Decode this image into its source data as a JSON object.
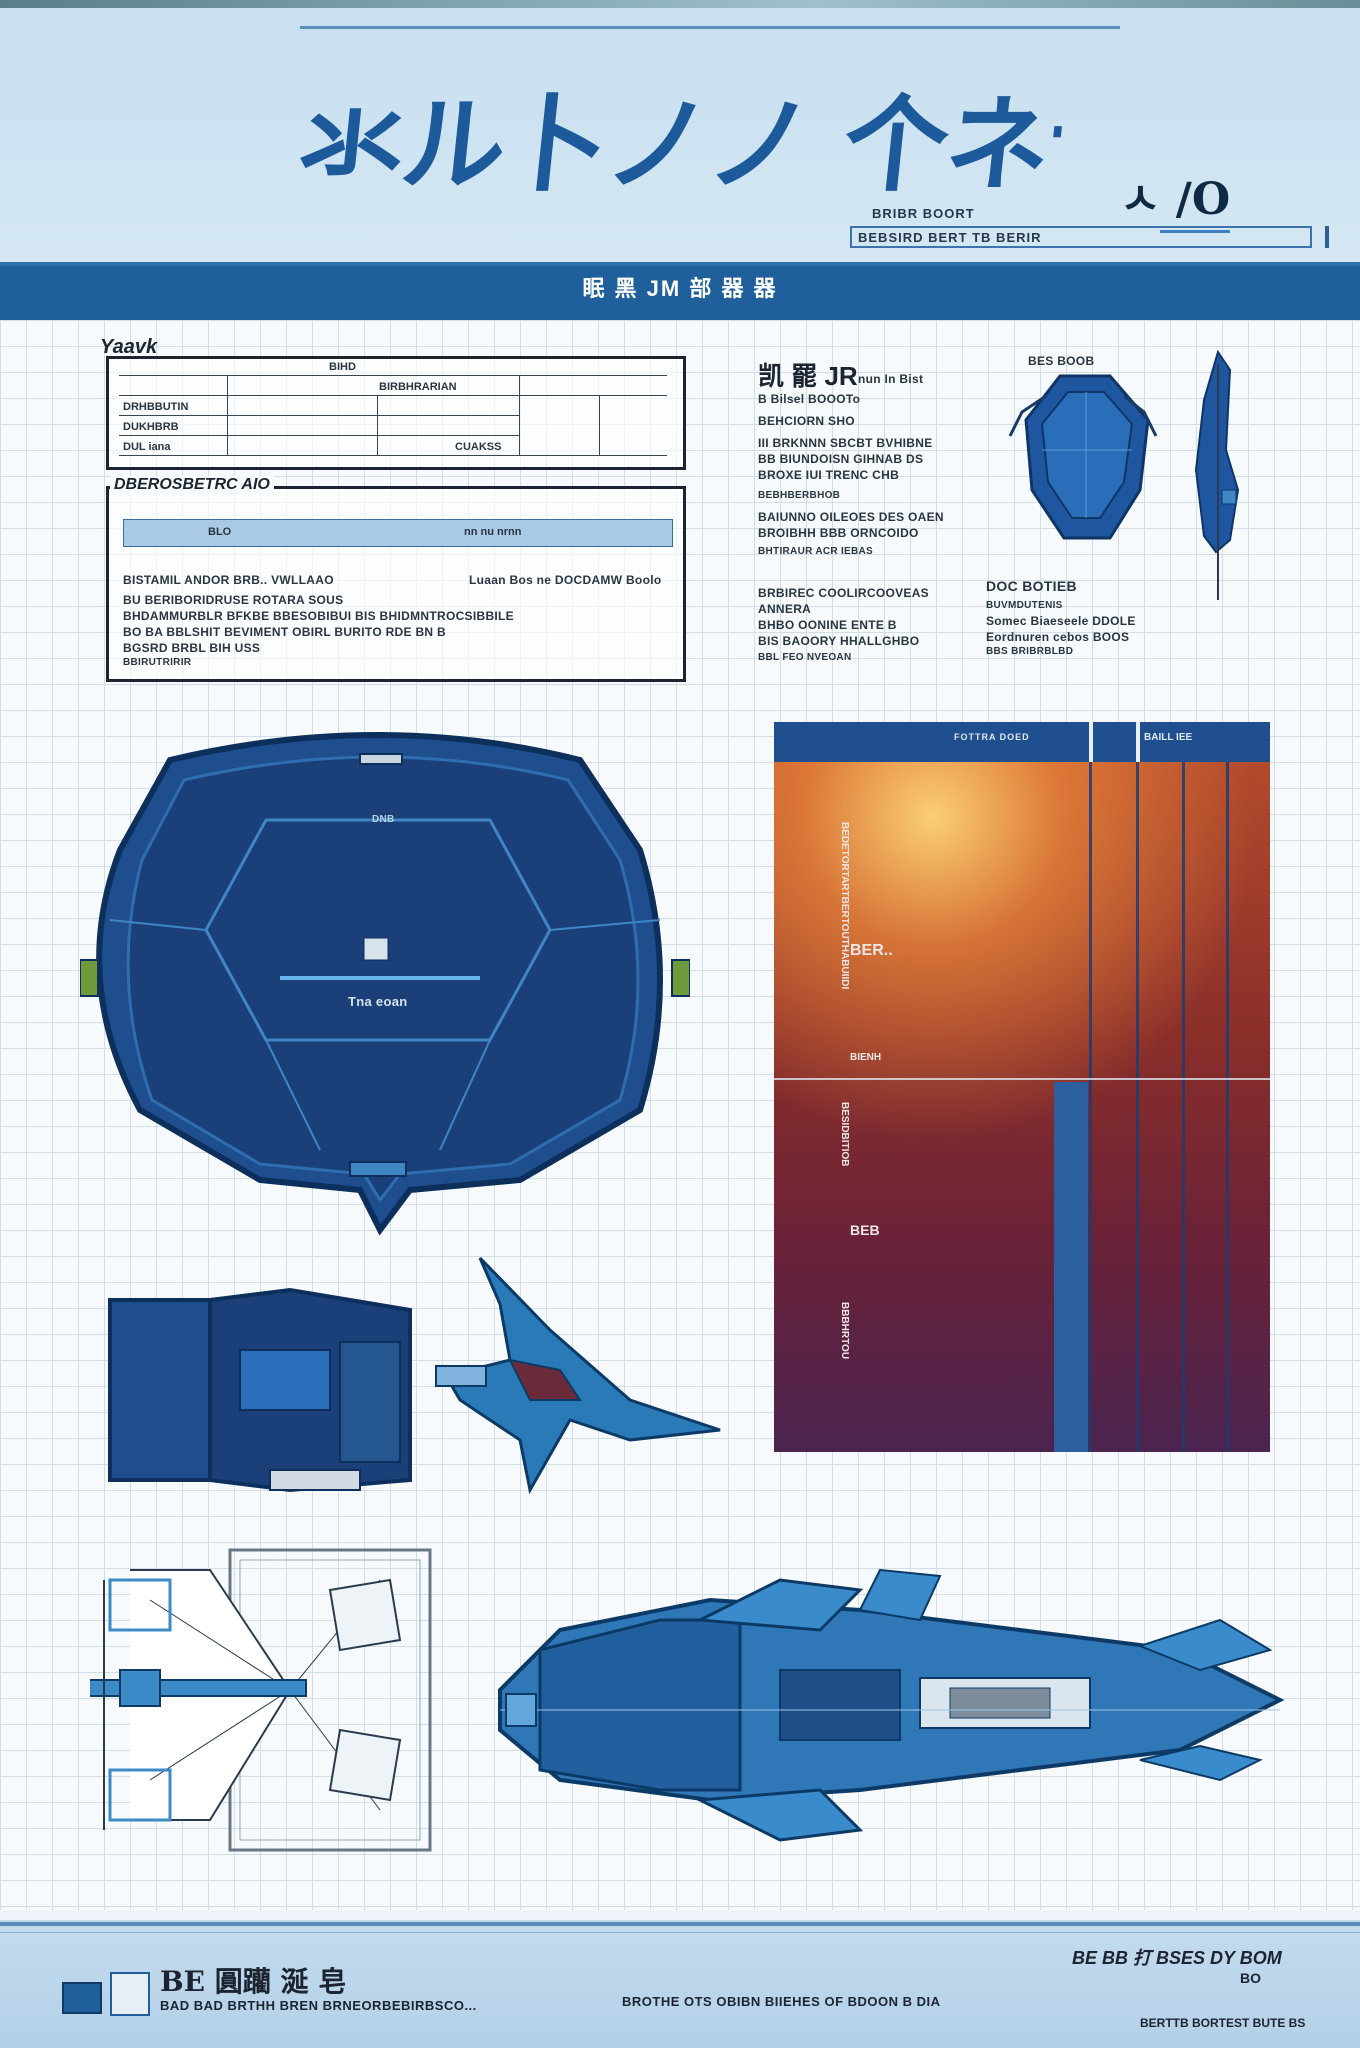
{
  "header": {
    "title": "氺ル卜ノノ 个ネ亍丨",
    "tag": "ㅅ /O",
    "meta_line_1": "BRIBR BOORT",
    "meta_line_2": "BEBSIRD BERT TB BERIR"
  },
  "section_band": {
    "label": "眠 黑 JM 部 器 器"
  },
  "spec_sheet": {
    "heading_a": "Yaavk",
    "table_a_rows": [
      "BIHD",
      "BIRBHRARIAN",
      "DRHBBUTIN",
      "DUKHBRB",
      "DUL iana",
      "CUAKSS"
    ],
    "heading_b": "DBEROSBETRC AIO",
    "strip_labels": [
      "BLO",
      "nn nu  nrnn"
    ],
    "para_1": "BISTAMIL ANDOR BRB.. VWLLAAO",
    "para_1b": "Luaan Bos ne DOCDAMW Boolo",
    "para_2": "BU BERIBORIDRUSE ROTARA SOUS",
    "para_3": "BHDAMMURBLR BFKBE BBESOBIBUI  BIS BHIDMNTROCSIBBILE",
    "para_4": "BO BA BBLSHIT BEVIMENT OBIRL  BURITO RDE BN B",
    "para_5": "BGSRD BRBL BIH USS",
    "para_6": "BBIRUTRIRIR"
  },
  "tech_block": {
    "heading": "凯 罷 JR",
    "heading_suffix": "nun In Bist",
    "sub_1": "B Bilsel BOOOTo",
    "sub_2": "BEHCIORN SHO",
    "line_1": "III BRKNNN SBCBT BVHIBNE",
    "line_2": "BB BIUNDOISN GIHNAB DS",
    "line_3": "BROXE IUI TRENC CHB",
    "line_4": "BEBHBERBHOB",
    "line_5": "BAIUNNO OILEOES DES OAEN",
    "line_6": "BROIBHH BBB ORNCOIDO",
    "line_7": "BHTIRAUR ACR IEBAS",
    "line_8": "BRBIREC COOLIRCOOVEAS",
    "line_9": "ANNERA",
    "line_10": "BHBO OONINE ENTE B",
    "line_11": "BIS BAOORY HHALLGHBO",
    "line_12": "BBL FEO NVEOAN"
  },
  "top_views": {
    "label_a": "BES BOOB",
    "label_b": "DOC BOTIEB",
    "line_1": "BUVMDUTENIS",
    "line_2": "Somec Biaeseele DDOLE",
    "line_3": "Eordnuren cebos BOOS",
    "line_4": "BBS BRIBRBLBD"
  },
  "hero": {
    "label_top": "DNB",
    "label_mid": "Tna eoan"
  },
  "photo_panel": {
    "header_label": "FOTTRA DOED",
    "header_label_2": "BAILL  IEE",
    "side_1": "BEDETORTARTBERTOUTHABUIIDI",
    "side_2": "BER..",
    "side_3": "BIENH",
    "side_4": "BESIDBITIOB",
    "side_5": "BEB",
    "side_6": "BBBHRTOU"
  },
  "footer": {
    "title": "BE 圓躪  涎 皂",
    "subtitle": "BAD BAD BRTHH BREN BRNEORBEBIRBSCO...",
    "center": "BROTHE OTS OBIBN  BIIEHES OF BDOON  B DIA",
    "right_1": "BE BB 打 BSES  DY BOM",
    "right_2": "BO",
    "right_3": "BERTTB  BORTEST   BUTE BS"
  },
  "colors": {
    "brand_blue": "#1d5a9b",
    "band_blue": "#1f5f9c",
    "grid_line": "#d3dde6",
    "hull_blue": "#1f4e8f",
    "hull_light": "#3f86c4",
    "photo_warm": "#b24a2c",
    "photo_dark": "#4b2450"
  },
  "icons": [
    "spacecraft-hull-icon",
    "fighter-craft-icon",
    "pod-icon",
    "cutaway-frame-icon",
    "starship-profile-icon"
  ]
}
